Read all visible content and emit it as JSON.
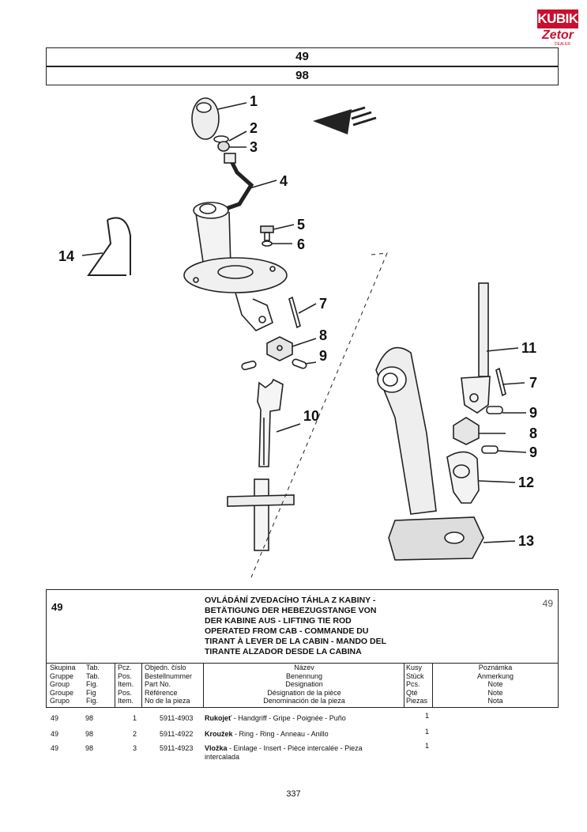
{
  "logo": {
    "brand": "KUBIK",
    "sub": "Zetor",
    "tag": "DEALER"
  },
  "header": {
    "group": "49",
    "figure": "98"
  },
  "callouts": [
    "1",
    "2",
    "3",
    "4",
    "5",
    "6",
    "7",
    "8",
    "9",
    "10",
    "11",
    "7",
    "9",
    "8",
    "9",
    "12",
    "13",
    "14"
  ],
  "info": {
    "group": "49",
    "group_right": "49",
    "title": [
      "OVLÁDÁNÍ ZVEDACÍHO TÁHLA Z KABINY -",
      "BETÄTIGUNG DER HEBEZUGSTANGE VON",
      "DER KABINE AUS - LIFTING TIE ROD",
      "OPERATED FROM CAB - COMMANDE DU",
      "TIRANT À LEVER DE LA CABIN - MANDO DEL",
      "TIRANTE ALZADOR DESDE LA CABINA"
    ]
  },
  "columns": {
    "group": [
      "Skupina",
      "Gruppe",
      "Group",
      "Groupe",
      "Grupo"
    ],
    "fig": [
      "Tab.",
      "Tab.",
      "Fig.",
      "Fig",
      "Fig."
    ],
    "pos": [
      "Pcz.",
      "Pos.",
      "Item.",
      "Pos.",
      "Item."
    ],
    "part": [
      "Objedn. číslo",
      "Bestellnummer",
      "Part No.",
      "Référence",
      "No de la pieza"
    ],
    "name": [
      "Název",
      "Benennung",
      "Designation",
      "Désignation de la pièce",
      "Denominación de la pieza"
    ],
    "qty": [
      "Kusy",
      "Stück",
      "Pcs.",
      "Qté",
      "Piezas"
    ],
    "note": [
      "Poznámka",
      "Anmerkung",
      "Note",
      "Note",
      "Nota"
    ]
  },
  "parts": [
    {
      "group": "49",
      "fig": "98",
      "pos": "1",
      "part_no": "5911-4903",
      "name_bold": "Rukojeť",
      "name_rest": " - Handgriff - Gripe - Poignée - Puño",
      "qty": "1"
    },
    {
      "group": "49",
      "fig": "98",
      "pos": "2",
      "part_no": "5911-4922",
      "name_bold": "Kroužek",
      "name_rest": " - Ring - Ring - Anneau - Anillo",
      "qty": "1"
    },
    {
      "group": "49",
      "fig": "98",
      "pos": "3",
      "part_no": "5911-4923",
      "name_bold": "Vložka",
      "name_rest": " - Einlage - Insert - Pièce intercalée - Pieza",
      "name_cont": "intercalada",
      "qty": "1"
    }
  ],
  "page_number": "337"
}
